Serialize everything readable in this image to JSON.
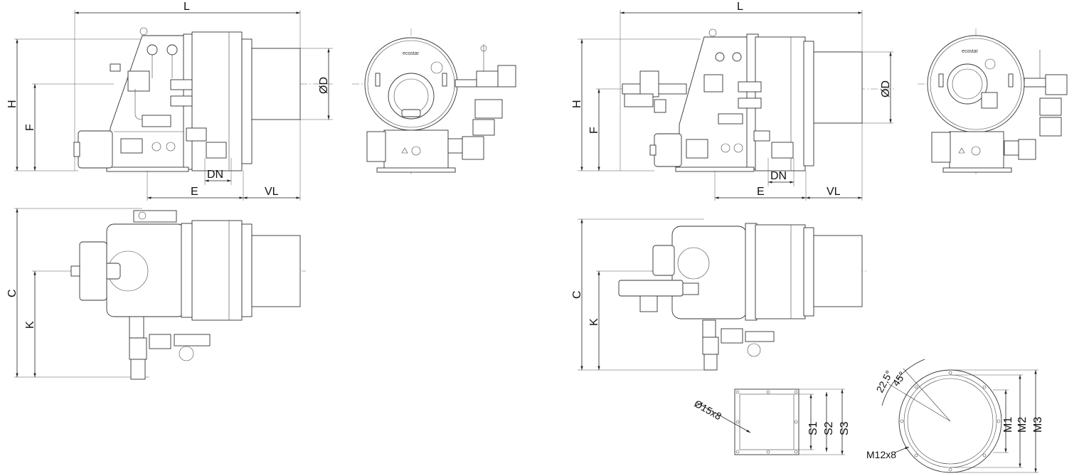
{
  "labels": {
    "length": "L",
    "height": "H",
    "flange_height": "F",
    "diameter": "ØD",
    "pipe_size": "DN",
    "e_dim": "E",
    "vl_dim": "VL",
    "c_dim": "C",
    "k_dim": "K",
    "hole_spec_square": "Ø15x8",
    "s1": "S1",
    "s2": "S2",
    "s3": "S3",
    "angle_22": "22,5°",
    "angle_45": "45°",
    "m1": "M1",
    "m2": "M2",
    "m3": "M3",
    "bolt_spec": "M12x8"
  },
  "brand_logo": "ecostar",
  "colors": {
    "line": "#333333",
    "background": "#ffffff"
  }
}
